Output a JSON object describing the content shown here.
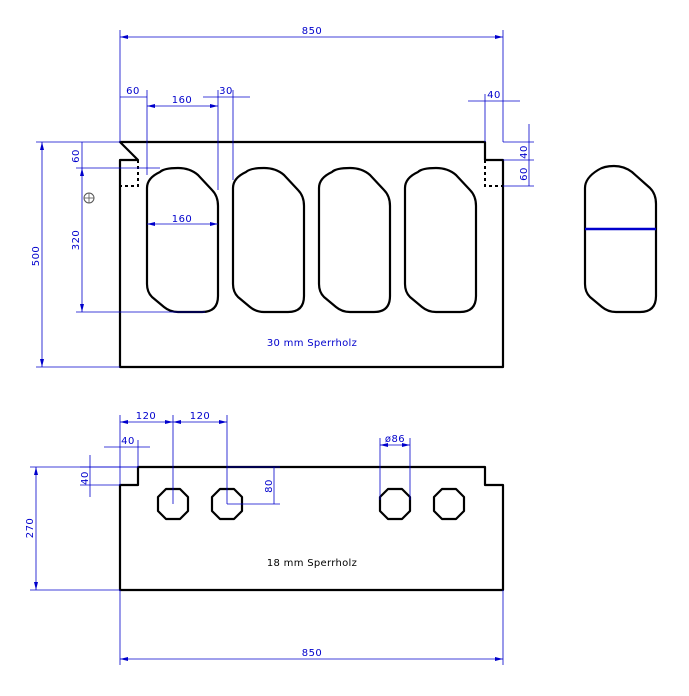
{
  "colors": {
    "dimension": "#0000cc",
    "outline": "#000000",
    "background": "#ffffff",
    "cut_line": "#0000cc"
  },
  "top_part": {
    "material_label": "30 mm Sperrholz",
    "dims": {
      "overall_width": "850",
      "edge_offset_left": "60",
      "slot_width": "160",
      "slot_gap": "30",
      "edge_offset_right": "40",
      "inner_slot_width": "160",
      "overall_height": "500",
      "notch_depth": "60",
      "slot_height": "320",
      "right_notch_top": "40",
      "right_notch_depth": "60"
    }
  },
  "bottom_part": {
    "material_label": "18 mm Sperrholz",
    "dims": {
      "hole_offset_1": "120",
      "hole_offset_2": "120",
      "notch_width": "40",
      "notch_depth": "40",
      "hole_diameter": "ø86",
      "hole_height": "80",
      "overall_height": "270",
      "overall_width": "850"
    }
  }
}
